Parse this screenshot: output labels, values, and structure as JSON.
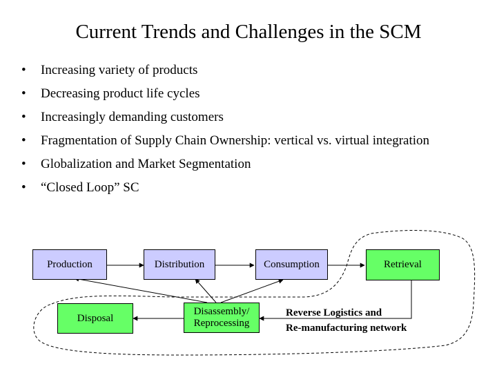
{
  "slide": {
    "title": "Current Trends and Challenges in the SCM",
    "bullets": [
      "Increasing variety of products",
      "Decreasing product life cycles",
      "Increasingly demanding customers",
      "Fragmentation of Supply Chain Ownership: vertical vs. virtual integration",
      "Globalization and Market Segmentation",
      "“Closed Loop” SC"
    ],
    "bullet_char": "•"
  },
  "diagram": {
    "boxes": {
      "production": "Production",
      "distribution": "Distribution",
      "consumption": "Consumption",
      "retrieval": "Retrieval",
      "disposal": "Disposal",
      "disassembly_line1": "Disassembly/",
      "disassembly_line2": "Reprocessing"
    },
    "note_line1": "Reverse Logistics and",
    "note_line2": "Re-manufacturing network",
    "colors": {
      "forward_box": "#ccccff",
      "reverse_box": "#66ff66"
    }
  }
}
